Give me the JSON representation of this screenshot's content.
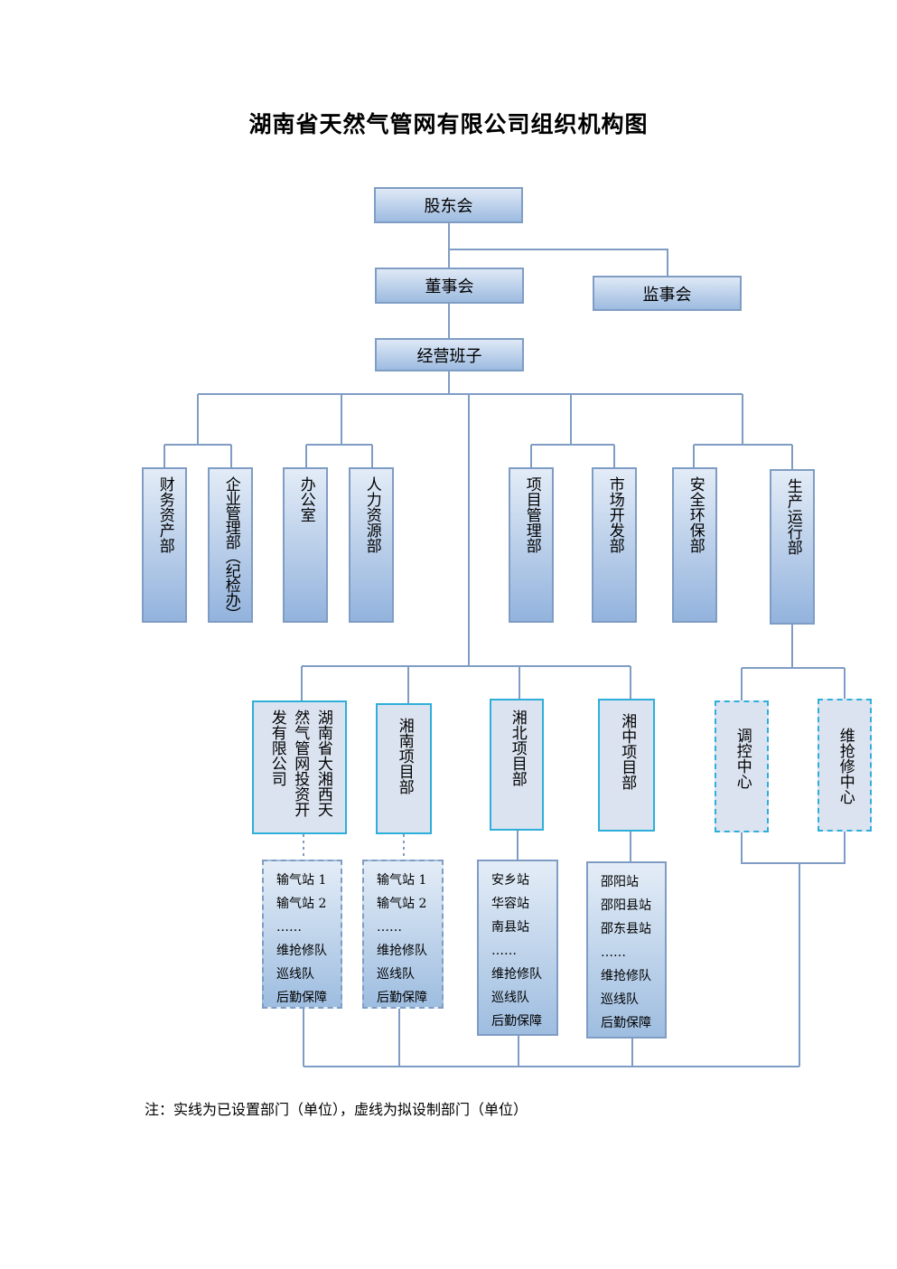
{
  "title": "湖南省天然气管网有限公司组织机构图",
  "top": {
    "shareholders": "股东会",
    "board": "董事会",
    "supervisors": "监事会",
    "management": "经营班子"
  },
  "departments": [
    "财务资产部",
    "企业管理部（纪检办）",
    "办公室",
    "人力资源部",
    "项目管理部",
    "市场开发部",
    "安全环保部",
    "生产运行部"
  ],
  "projects": {
    "daxiang_col1": "湖南省大湘西天",
    "daxiang_col2": "然气管网投资开",
    "daxiang_col3": "发有限公司",
    "xiangnan": "湘南项目部",
    "xiangbei": "湘北项目部",
    "xiangzhong": "湘中项目部"
  },
  "centers": {
    "dispatch": "调控中心",
    "repair": "维抢修中心"
  },
  "substations": {
    "daxiang": [
      "输气站 1",
      "输气站 2",
      "……",
      "维抢修队",
      "巡线队",
      "后勤保障"
    ],
    "xiangnan": [
      "输气站 1",
      "输气站 2",
      "……",
      "维抢修队",
      "巡线队",
      "后勤保障"
    ],
    "xiangbei": [
      "安乡站",
      "华容站",
      "南县站",
      "……",
      "维抢修队",
      "巡线队",
      "后勤保障"
    ],
    "xiangzhong": [
      "邵阳站",
      "邵阳县站",
      "邵东县站",
      "……",
      "维抢修队",
      "巡线队",
      "后勤保障"
    ]
  },
  "note": "注：实线为已设置部门（单位），虚线为拟设制部门（单位）"
}
